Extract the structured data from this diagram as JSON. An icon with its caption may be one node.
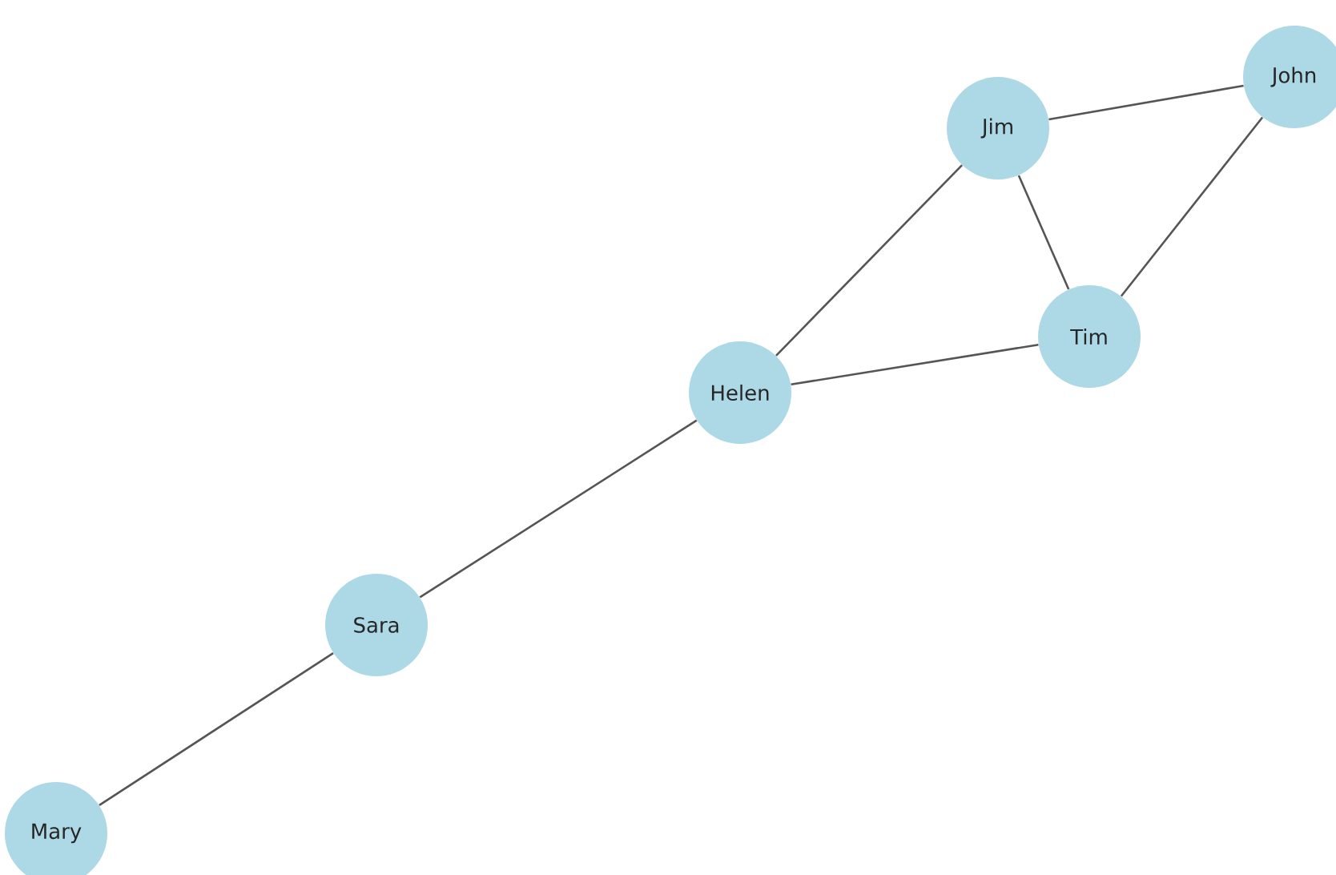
{
  "diagram": {
    "nodes": [
      {
        "text": [
          "Jim"
        ]
      },
      {
        "text": [
          "John"
        ]
      },
      {
        "text": [
          "Tim"
        ]
      },
      {
        "text": [
          "Helen"
        ]
      },
      {
        "text": [
          "Sara"
        ]
      },
      {
        "text": [
          "Mary"
        ]
      }
    ],
    "edges": [
      {
        "from": 0,
        "to": 1,
        "arrow": "none"
      },
      {
        "from": 0,
        "to": 2,
        "arrow": "none"
      },
      {
        "from": 1,
        "to": 2,
        "arrow": "none"
      },
      {
        "from": 0,
        "to": 3,
        "arrow": "none"
      },
      {
        "from": 3,
        "to": 2,
        "arrow": "none"
      },
      {
        "from": 3,
        "to": 4,
        "arrow": "none"
      },
      {
        "from": 4,
        "to": 5,
        "arrow": "none"
      }
    ]
  }
}
